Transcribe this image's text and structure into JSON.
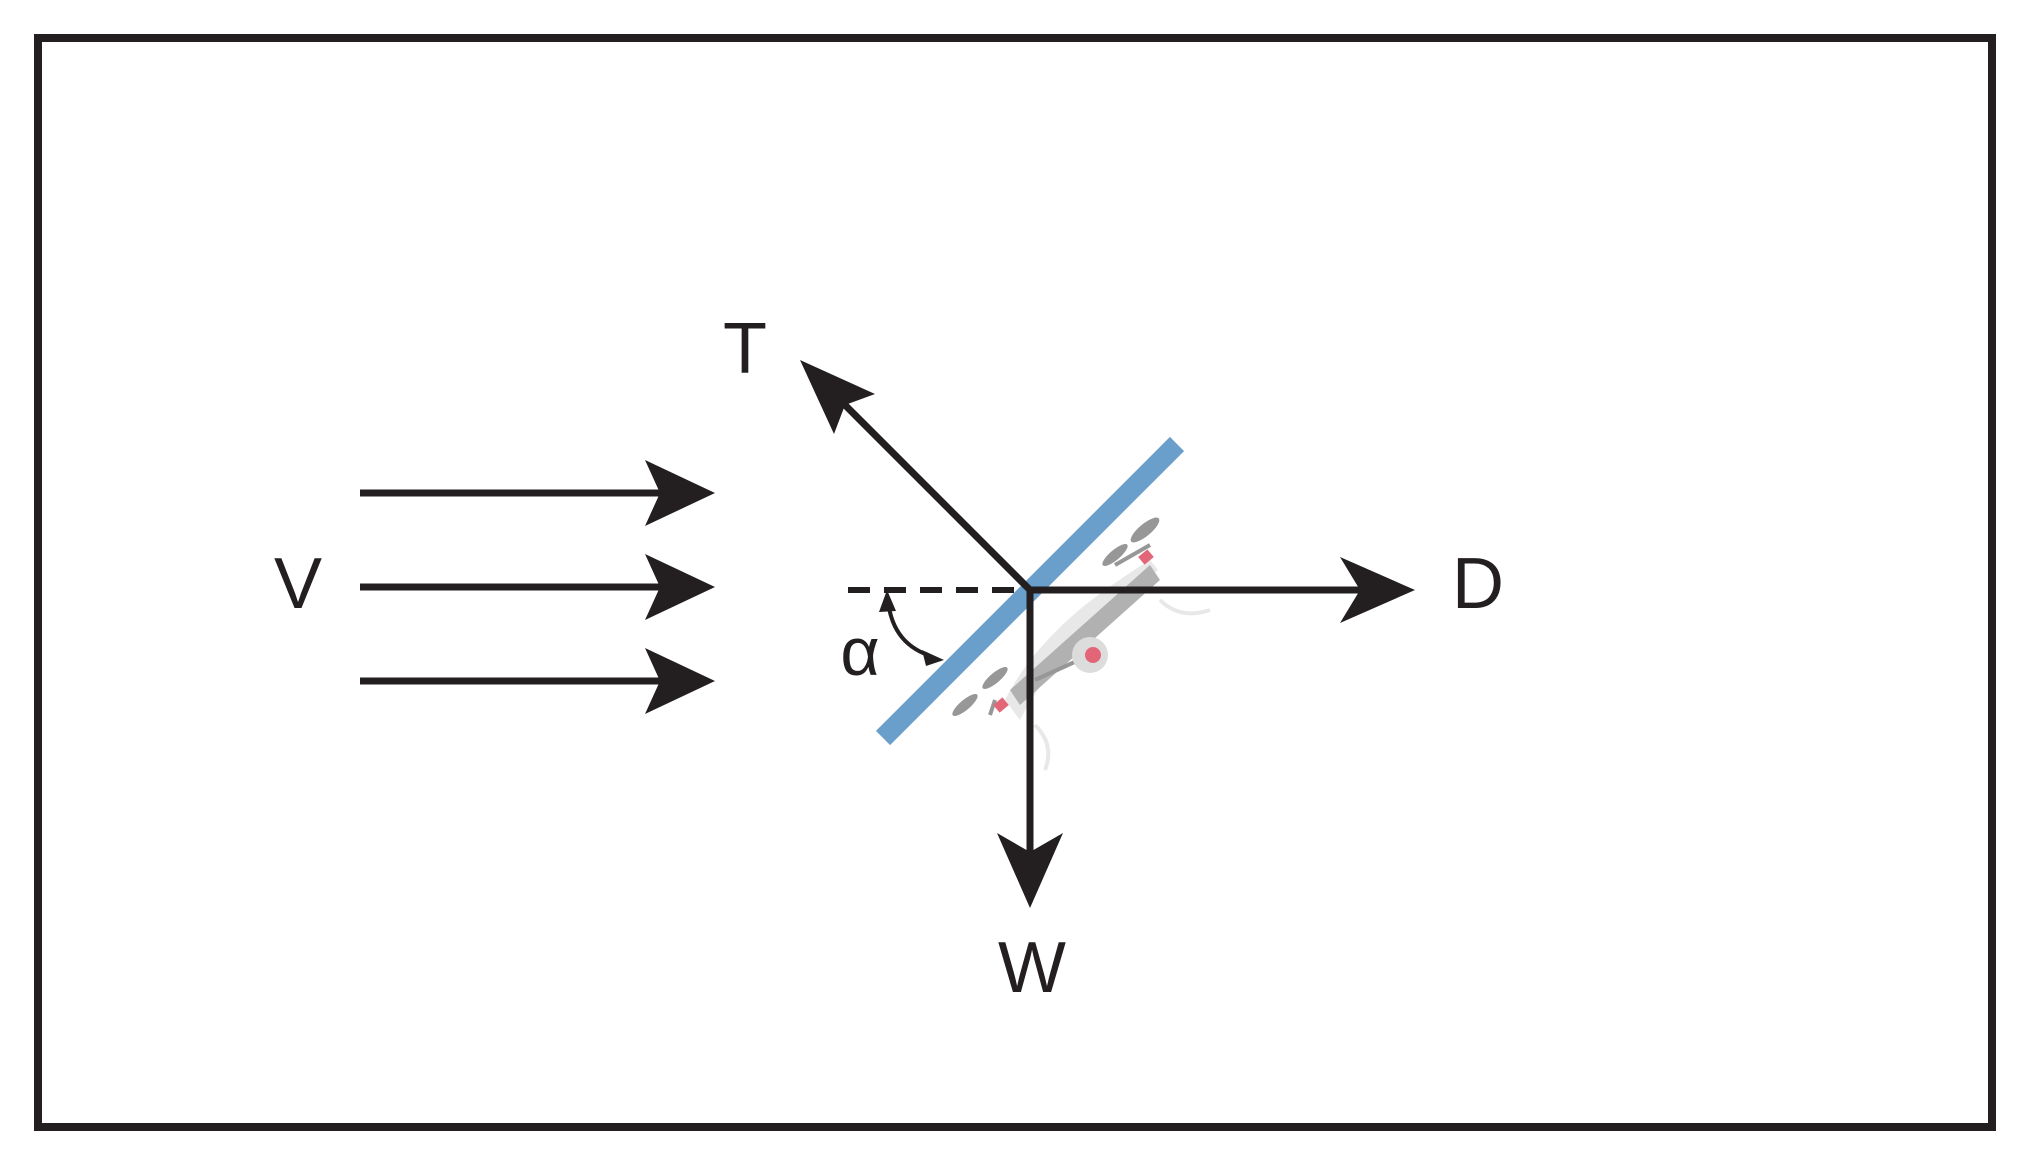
{
  "labels": {
    "velocity": "V",
    "thrust": "T",
    "drag": "D",
    "weight": "W",
    "angle": "α"
  },
  "colors": {
    "ink": "#231f20",
    "plate": "#6a9fcb",
    "drone_body": "#a9a9a9",
    "drone_accent": "#e0566a"
  },
  "icons": {
    "drone": "quadcopter-drone-icon"
  }
}
